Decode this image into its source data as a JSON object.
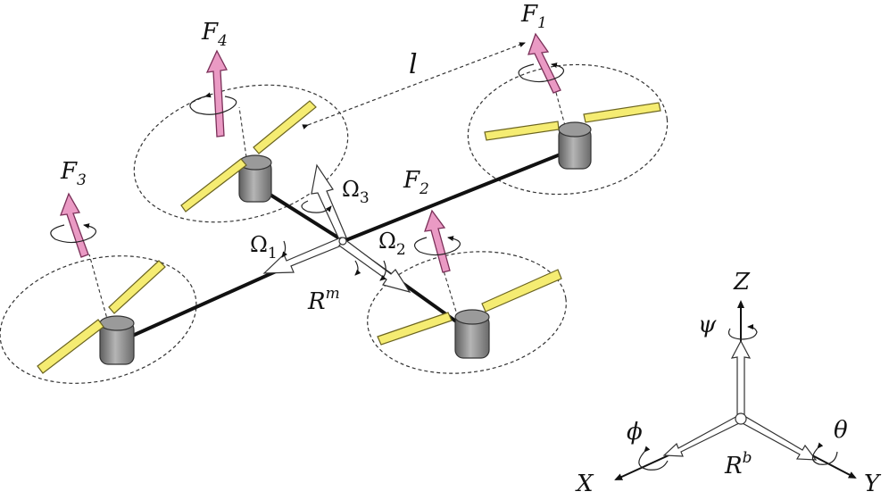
{
  "labels": {
    "f1": {
      "sym": "F",
      "sub": "1"
    },
    "f2": {
      "sym": "F",
      "sub": "2"
    },
    "f3": {
      "sym": "F",
      "sub": "3"
    },
    "f4": {
      "sym": "F",
      "sub": "4"
    },
    "arm_length": "l",
    "omega1": {
      "sym": "Ω",
      "sub": "1"
    },
    "omega2": {
      "sym": "Ω",
      "sub": "2"
    },
    "omega3": {
      "sym": "Ω",
      "sub": "3"
    },
    "motor_frame": {
      "sym": "R",
      "sup": "m"
    },
    "body_frame": {
      "sym": "R",
      "sup": "b"
    },
    "axis_x": "X",
    "axis_y": "Y",
    "axis_z": "Z",
    "psi": "ψ",
    "phi": "ϕ",
    "theta": "θ"
  },
  "colors": {
    "blade": "#f5ec72",
    "blade_edge": "#6b6420",
    "thrust_arrow": "#ea9ac4",
    "thrust_edge": "#7a2f58",
    "arm": "#111111",
    "motor": "#8c8c8c"
  }
}
